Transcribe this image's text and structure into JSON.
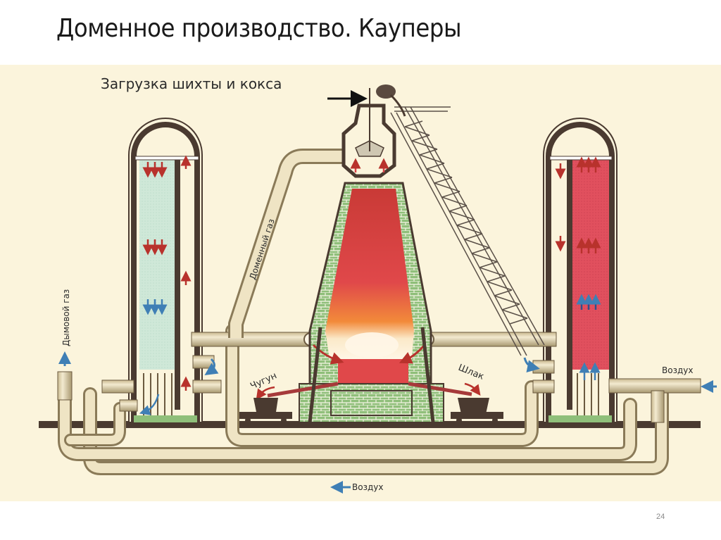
{
  "slide": {
    "title": "Доменное производство. Кауперы",
    "page_number": "24"
  },
  "diagram": {
    "labels": {
      "charge_loading": "Загрузка шихты и кокса",
      "blast_furnace_gas": "Доменный газ",
      "flue_gas": "Дымовой газ",
      "pig_iron": "Чугун",
      "slag": "Шлак",
      "air_in": "Воздух",
      "air_bottom": "Воздух"
    },
    "components": [
      "left-cowper-stove",
      "blast-furnace",
      "skip-hoist-incline",
      "right-cowper-stove",
      "pig-iron-ladle-car",
      "slag-ladle-car",
      "hot-blast-main",
      "cold-air-main",
      "flue-gas-stack-pipe"
    ],
    "colors": {
      "background": "#fbf4dc",
      "pipe": "#e3d6b0",
      "wall": "#4a3a30",
      "brick": "#8fbf7a",
      "hot_red": "#d9434a",
      "cool_checker": "#cfe8d8",
      "arrow_red": "#b8322c",
      "arrow_blue": "#3f7fb5"
    }
  }
}
